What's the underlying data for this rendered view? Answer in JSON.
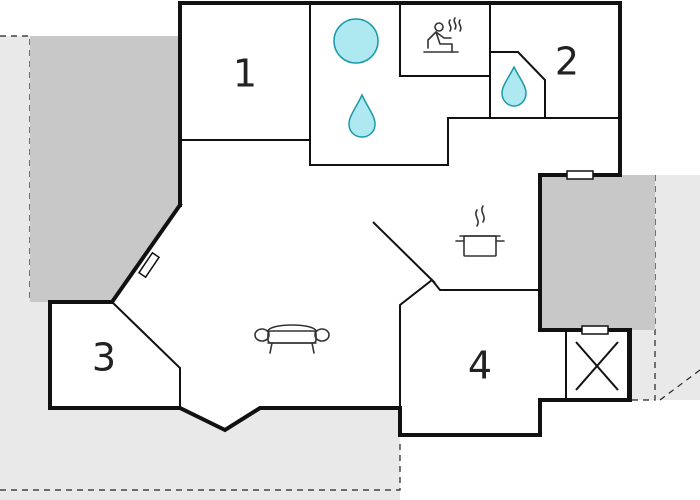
{
  "colors": {
    "terrace": "#e9e9e9",
    "outbuilding": "#c8c8c8",
    "water": "#aee8f0",
    "water_stroke": "#1a9aa8",
    "wall": "#111111"
  },
  "rooms": [
    {
      "number": "1",
      "type": "bedroom"
    },
    {
      "number": "2",
      "type": "bedroom"
    },
    {
      "number": "3",
      "type": "bedroom"
    },
    {
      "number": "4",
      "type": "bedroom"
    }
  ],
  "icons": [
    "pool-icon",
    "sauna-icon",
    "shower-drop-icon",
    "kitchen-pot-icon",
    "sofa-icon",
    "windows",
    "storage-cross"
  ]
}
